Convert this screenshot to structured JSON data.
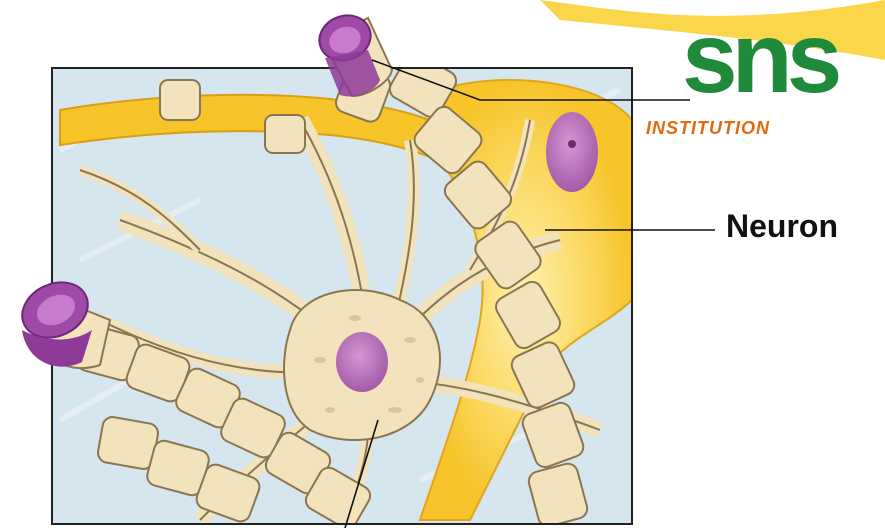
{
  "labels": {
    "neuron": "Neuron"
  },
  "logo": {
    "main": "sns",
    "subtitle": "INSTITUTION"
  },
  "colors": {
    "background": "#d6e6ee",
    "neuron_body": "#f3e3bd",
    "neuron_outline": "#8a7650",
    "myelin_yellow": "#f7c52a",
    "nucleus": "#b46bb5",
    "axon_end": "#8d3a98",
    "logo_green": "#1e8a3a",
    "logo_orange": "#e06a10"
  }
}
